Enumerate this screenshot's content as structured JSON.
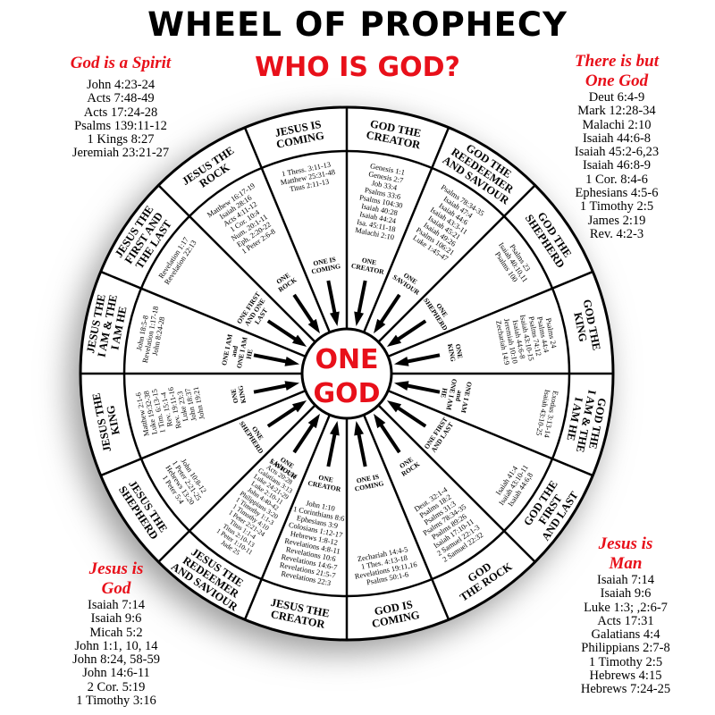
{
  "header": {
    "title": "WHEEL OF PROPHECY",
    "subtitle": "WHO IS GOD?"
  },
  "colors": {
    "accent": "#e8101a",
    "ink": "#000000"
  },
  "center": {
    "line1": "ONE",
    "line2": "GOD"
  },
  "corners": {
    "top_left": {
      "heading": [
        "God is a Spirit"
      ],
      "refs": [
        "John 4:23-24",
        "Acts 7:48-49",
        "Acts 17:24-28",
        "Psalms 139:11-12",
        "1 Kings 8:27",
        "Jeremiah 23:21-27"
      ]
    },
    "top_right": {
      "heading": [
        "There is but",
        "One God"
      ],
      "refs": [
        "Deut 6:4-9",
        "Mark 12:28-34",
        "Malachi 2:10",
        "Isaiah 44:6-8",
        "Isaiah 45:2-6,23",
        "Isaiah 46:8-9",
        "1 Cor. 8:4-6",
        "Ephesians 4:5-6",
        "1 Timothy 2:5",
        "James 2:19",
        "Rev. 4:2-3"
      ]
    },
    "bottom_left": {
      "heading": [
        "Jesus is",
        "God"
      ],
      "refs": [
        "Isaiah 7:14",
        "Isaiah 9:6",
        "Micah 5:2",
        "John 1:1, 10, 14",
        "John 8:24, 58-59",
        "John 14:6-11",
        "2 Cor. 5:19",
        "1 Timothy 3:16"
      ]
    },
    "bottom_right": {
      "heading": [
        "Jesus is",
        "Man"
      ],
      "refs": [
        "Isaiah 7:14",
        "Isaiah 9:6",
        "Luke 1:3; ,2:6-7",
        "Acts 17:31",
        "Galatians 4:4",
        "Philippians 2:7-8",
        "1 Timothy 2:5",
        "Hebrews 4:15",
        "Hebrews 7:24-25"
      ]
    }
  },
  "sectors": [
    {
      "label": [
        "GOD THE",
        "CREATOR"
      ],
      "refs": [
        "Genesis 1:1",
        "Genesis 2:7",
        "Job 33:4",
        "Psalms 33:6",
        "Psalms 104:30",
        "Isaiah 40:28",
        "Isaiah 44:24",
        "Isa. 45:11-18",
        "Malachi 2:10"
      ],
      "inner": [
        "ONE",
        "CREATOR"
      ]
    },
    {
      "label": [
        "GOD THE",
        "REEDEEMER",
        "AND SAVIOUR"
      ],
      "refs": [
        "Psalms 78:34-35",
        "Isaiah 47:4",
        "Isaiah 44:6",
        "Isaiah 43:3-11",
        "Isaiah 45:21",
        "Isaiah 49:26",
        "Psalms 106:21",
        "Luke 1:45-47"
      ],
      "inner": [
        "ONE",
        "SAVIOUR"
      ]
    },
    {
      "label": [
        "GOD THE",
        "SHEPHERD"
      ],
      "refs": [
        "Psalms 23",
        "Isaiah 40:10,11",
        "Psalms 100"
      ],
      "inner": [
        "ONE",
        "SHEPHERD"
      ]
    },
    {
      "label": [
        "GOD THE",
        "KING"
      ],
      "refs": [
        "Psalms 24",
        "Psalms 44:4",
        "Psalms 74:12",
        "Isaiah 43:10-15",
        "Isaiah 44:6-8",
        "Jeremiah 10:10",
        "Zechariah 14:9"
      ],
      "inner": [
        "ONE",
        "KING"
      ]
    },
    {
      "label": [
        "GOD THE",
        "I AM & THE",
        "I AM HE"
      ],
      "refs": [
        "Exodus 3:13-14",
        "Isaiah 43:10-25"
      ],
      "inner": [
        "ONE I AM",
        "and",
        "ONE I AM",
        "HE"
      ]
    },
    {
      "label": [
        "GOD THE",
        "FIRST",
        "AND LAST"
      ],
      "refs": [
        "Isaiah 41:4",
        "Isaiah 43:10-11",
        "Isaiah 44:6,8"
      ],
      "inner": [
        "ONE FIRST",
        "AND LAST"
      ]
    },
    {
      "label": [
        "GOD",
        "THE ROCK"
      ],
      "refs": [
        "Deut. 32:1-4",
        "Psalms 18:2",
        "Psalms 31:3",
        "Psalms 78:34-35",
        "Psalms 89:26",
        "Isaiah 17:10-11",
        "2 Samuel 22:1-3",
        "2 Samuel 22:32"
      ],
      "inner": [
        "ONE",
        "ROCK"
      ]
    },
    {
      "label": [
        "GOD IS",
        "COMING"
      ],
      "refs": [
        "Zechariah 14:4-5",
        "1 Thes. 4:13-18",
        "Revelations 19:11,16",
        "Psalms 50:1-6"
      ],
      "inner": [
        "ONE IS",
        "COMING"
      ]
    },
    {
      "label": [
        "JESUS THE",
        "CREATOR"
      ],
      "refs": [
        "John 1:10",
        "1 Corinthians 8:6",
        "Ephesians 3:9",
        "Colosians 1:12-17",
        "Hebrews 1:8-12",
        "Revelations 4:8-11",
        "Revelations 10:6",
        "Revelations 14:6-7",
        "Revelations 21:5-7",
        "Revelations 22:3"
      ],
      "inner": [
        "ONE",
        "CREATOR"
      ]
    },
    {
      "label": [
        "JESUS THE",
        "REDEEMER",
        "AND SAVIOUR"
      ],
      "refs": [
        "1 John 4:14",
        "Acts 20:28",
        "Galatians 3:13",
        "Luke 24:21-29",
        "Luke 2:10-11",
        "John 4:40-42",
        "Philippians 3:20",
        "1 Timothy 1:1-3",
        "1 Timothy 4:10",
        "1 Peter 2:21-24",
        "Titus 1:1-4",
        "Titus 2:10-13",
        "1 Peter 1:10-11",
        "Jude 25"
      ],
      "inner": [
        "ONE",
        "SAVIOUR"
      ]
    },
    {
      "label": [
        "JESUS THE",
        "SHEPHERD"
      ],
      "refs": [
        "John 10:8-12",
        "1 Peter 2:21-25",
        "Hebrews 13:20",
        "1 Peter 5:4"
      ],
      "inner": [
        "ONE",
        "SHEPHERD"
      ]
    },
    {
      "label": [
        "JESUS THE",
        "KING"
      ],
      "refs": [
        "Matthew 2:1-6",
        "Luke 19:32-38",
        "1 Tim. 6:13-15",
        "Rev. 15:1-4",
        "Rev. 19:11-16",
        "Luke 23:3",
        "John 18:37",
        "John 19:21"
      ],
      "inner": [
        "ONE",
        "KING"
      ]
    },
    {
      "label": [
        "JESUS THE",
        "I AM & THE",
        "I AM HE"
      ],
      "refs": [
        "John 18:5-8",
        "Revelation 1:17-18",
        "John 8:24-28"
      ],
      "inner": [
        "ONE I AM",
        "and",
        "ONE I AM",
        "HE"
      ]
    },
    {
      "label": [
        "JESUS THE",
        "FIRST AND",
        "THE LAST"
      ],
      "refs": [
        "Revelation 1:17",
        "Revelation 22:13"
      ],
      "inner": [
        "ONE FIRST",
        "AND ONE",
        "LAST"
      ]
    },
    {
      "label": [
        "JESUS THE",
        "ROCK"
      ],
      "refs": [
        "Matthew 16:17-19",
        "Isaiah 28:16",
        "Acts 4:11-12",
        "1 Cor. 10:4",
        "Num. 20:1-11",
        "Eph. 2:20-22",
        "1 Peter 2:6-8"
      ],
      "inner": [
        "ONE",
        "ROCK"
      ]
    },
    {
      "label": [
        "JESUS IS",
        "COMING"
      ],
      "refs": [
        "1 Thess. 3:11-13",
        "Matthew 25:31-48",
        "Titus 2:11-13"
      ],
      "inner": [
        "ONE IS",
        "COMING"
      ]
    }
  ]
}
